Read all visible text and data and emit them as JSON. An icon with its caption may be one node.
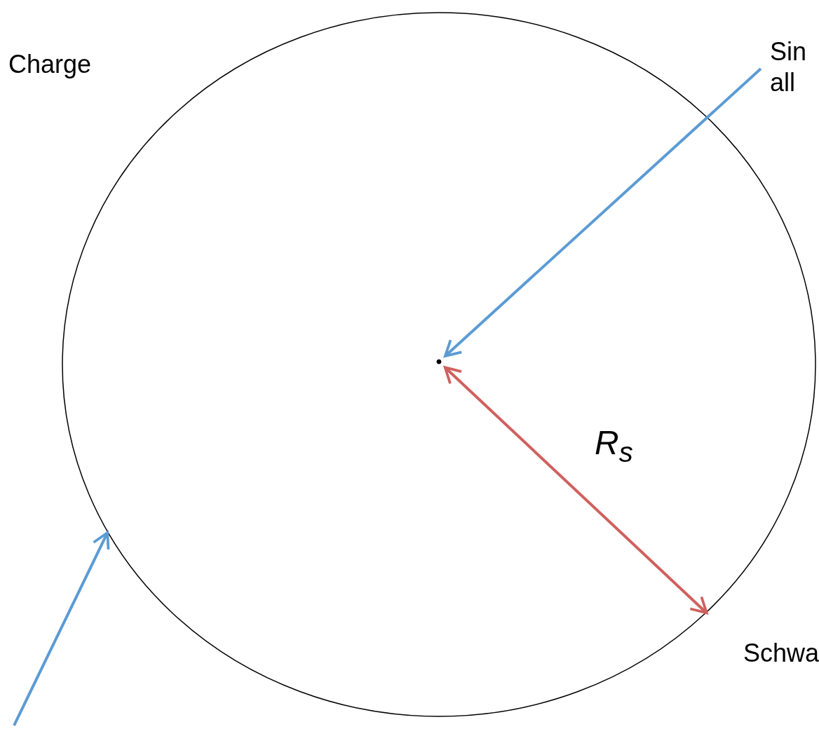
{
  "diagram": {
    "nodes": [
      {
        "text": [],
        "shape": "circle"
      },
      {
        "text": [
          "Sin all"
        ]
      },
      {
        "text": [],
        "shape": "circle",
        "in": 0
      }
    ],
    "edges": [
      {
        "from": 1,
        "to": 2,
        "arrow": "to"
      },
      {
        "from": null,
        "to": 0,
        "arrow": "to"
      },
      {
        "from": 2,
        "to": 0,
        "arrow": "both",
        "label": "R$_{s}$",
        "color": "#d0605e"
      }
    ],
    "labels": [
      "Charge",
      "Schwa"
    ]
  }
}
